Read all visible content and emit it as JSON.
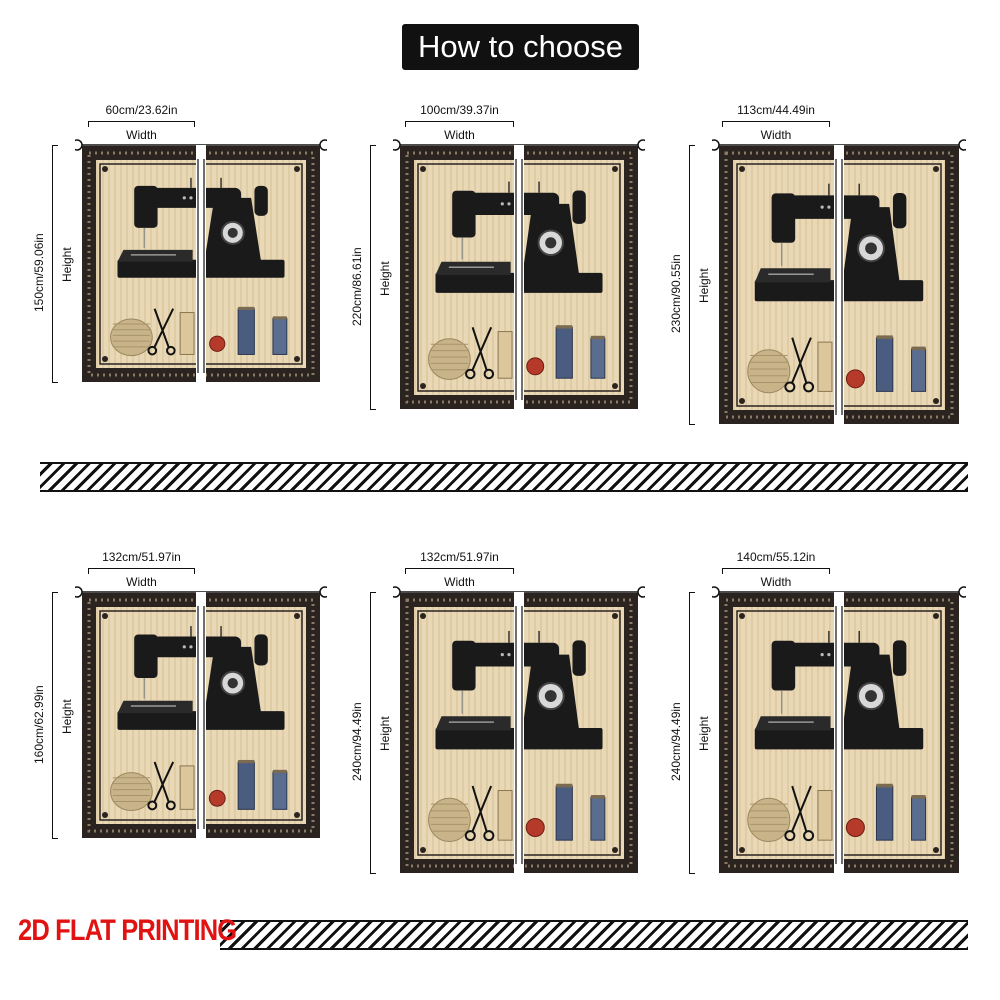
{
  "title": "How to choose",
  "width_word": "Width",
  "height_word": "Height",
  "footer": "2D FLAT PRINTING",
  "colors": {
    "accent_red": "#e01212",
    "frame_dark": "#2b2320",
    "curtain_beige": "#e9d8b6",
    "thread_blue": "#4a5d80",
    "button_red": "#b53a2a"
  },
  "curtains": [
    {
      "width_label": "60cm/23.62in",
      "height_label": "150cm/59.06in"
    },
    {
      "width_label": "100cm/39.37in",
      "height_label": "220cm/86.61in"
    },
    {
      "width_label": "113cm/44.49in",
      "height_label": "230cm/90.55in"
    },
    {
      "width_label": "132cm/51.97in",
      "height_label": "160cm/62.99in"
    },
    {
      "width_label": "132cm/51.97in",
      "height_label": "240cm/94.49in"
    },
    {
      "width_label": "140cm/55.12in",
      "height_label": "240cm/94.49in"
    }
  ]
}
